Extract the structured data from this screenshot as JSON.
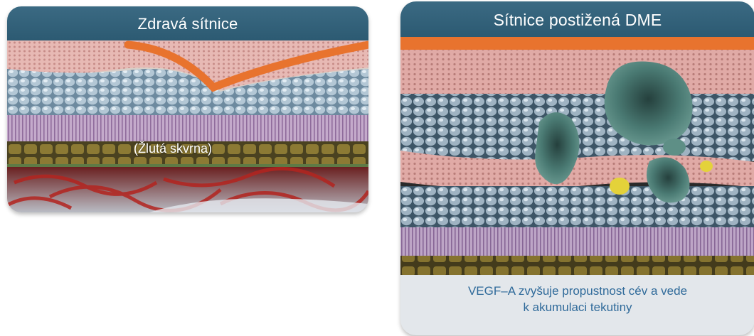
{
  "left_panel": {
    "title": "Zdravá sítnice",
    "label": "(Žlutá skvrna)"
  },
  "right_panel": {
    "title": "Sítnice postižená DME",
    "caption": [
      "VEGF–A zvyšuje propustnost cév a vede",
      "k akumulaci tekutiny"
    ]
  },
  "colors": {
    "header": "#2f5d75",
    "caption_text": "#2f6a9a",
    "caption_bg": "#e3e7eb",
    "membrane_orange": "#e8732e",
    "fluid_teal": "#4f7f78"
  }
}
